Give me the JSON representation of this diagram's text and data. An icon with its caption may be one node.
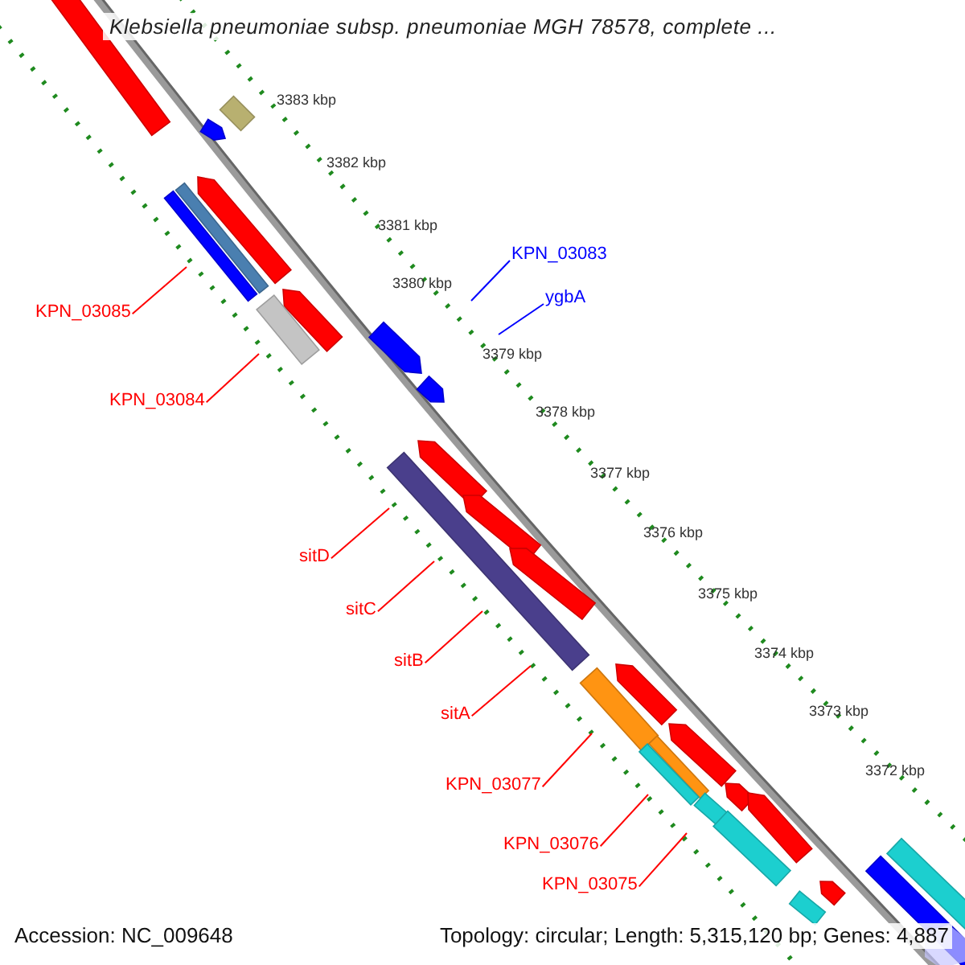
{
  "diagram": {
    "title": "Klebsiella pneumoniae subsp. pneumoniae MGH 78578, complete ...",
    "nodes": [
      {
        "text": [
          "KPN_03085"
        ]
      },
      {
        "text": [
          "KPN_03084"
        ]
      },
      {
        "text": [
          "KPN_03083"
        ]
      },
      {
        "text": [
          "ygbA"
        ]
      },
      {
        "text": [
          "sitD"
        ]
      },
      {
        "text": [
          "sitC"
        ]
      },
      {
        "text": [
          "sitB"
        ]
      },
      {
        "text": [
          "sitA"
        ]
      },
      {
        "text": [
          "KPN_03077"
        ]
      },
      {
        "text": [
          "KPN_03076"
        ]
      },
      {
        "text": [
          "KPN_03075"
        ]
      }
    ],
    "edges": [
      {
        "from": 0,
        "to": null,
        "arrow": "none"
      },
      {
        "from": 1,
        "to": null,
        "arrow": "none"
      },
      {
        "from": 2,
        "to": null,
        "arrow": "none",
        "color": "#0000ff"
      },
      {
        "from": 3,
        "to": null,
        "arrow": "none",
        "color": "#0000ff"
      },
      {
        "from": 4,
        "to": null,
        "arrow": "none"
      },
      {
        "from": 5,
        "to": null,
        "arrow": "none"
      },
      {
        "from": 6,
        "to": null,
        "arrow": "none"
      },
      {
        "from": 7,
        "to": null,
        "arrow": "none"
      },
      {
        "from": 8,
        "to": null,
        "arrow": "none"
      },
      {
        "from": 9,
        "to": null,
        "arrow": "none"
      },
      {
        "from": 10,
        "to": null,
        "arrow": "none"
      }
    ],
    "labels": [
      "3383 kbp",
      "3382 kbp",
      "3381 kbp",
      "3380 kbp",
      "3379 kbp",
      "3378 kbp",
      "3377 kbp",
      "3376 kbp",
      "3375 kbp",
      "3374 kbp",
      "3373 kbp",
      "3372 kbp",
      "Accession: NC_009648",
      "Topology: circular; Length: 5,315,120 bp; Genes: 4,887"
    ]
  }
}
